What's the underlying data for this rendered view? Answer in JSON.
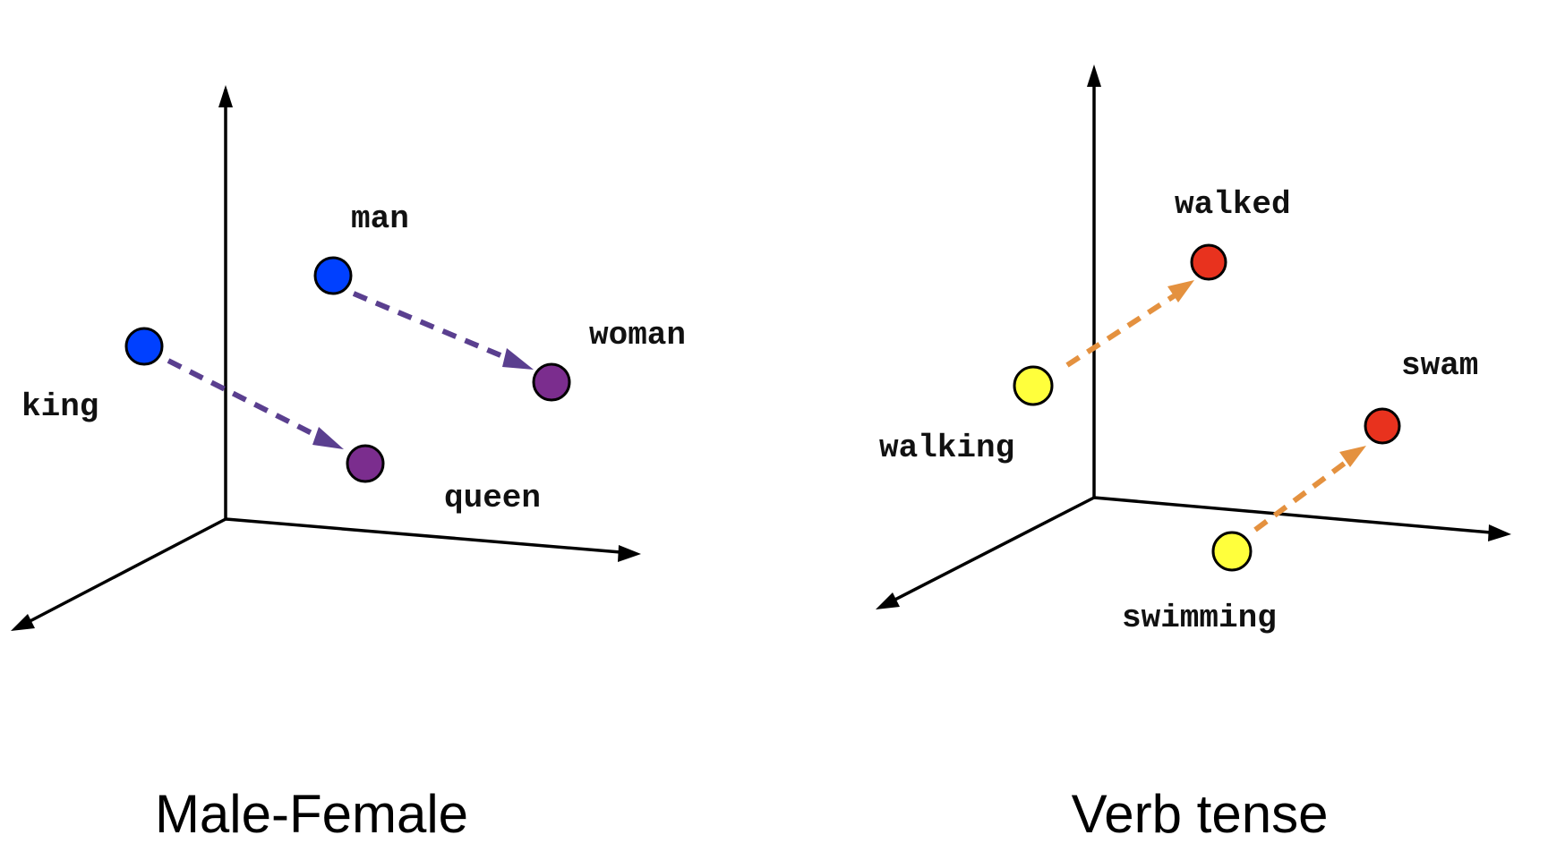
{
  "colors": {
    "background": "#ffffff",
    "axis": "#000000",
    "male_point": "#0040ff",
    "female_point": "#7b2d8e",
    "gender_arrow": "#5a3f8f",
    "present_point": "#ffff3c",
    "past_point": "#e8321e",
    "tense_arrow": "#e4913f"
  },
  "panels": [
    {
      "caption": "Male-Female",
      "points": [
        {
          "word": "man",
          "color": "#0040ff"
        },
        {
          "word": "woman",
          "color": "#7b2d8e"
        },
        {
          "word": "king",
          "color": "#0040ff"
        },
        {
          "word": "queen",
          "color": "#7b2d8e"
        }
      ],
      "relations": [
        {
          "from": "man",
          "to": "woman",
          "color": "#5a3f8f",
          "style": "dashed-arrow"
        },
        {
          "from": "king",
          "to": "queen",
          "color": "#5a3f8f",
          "style": "dashed-arrow"
        }
      ]
    },
    {
      "caption": "Verb tense",
      "points": [
        {
          "word": "walked",
          "color": "#e8321e"
        },
        {
          "word": "walking",
          "color": "#ffff3c"
        },
        {
          "word": "swam",
          "color": "#e8321e"
        },
        {
          "word": "swimming",
          "color": "#ffff3c"
        }
      ],
      "relations": [
        {
          "from": "walking",
          "to": "walked",
          "color": "#e4913f",
          "style": "dashed-arrow"
        },
        {
          "from": "swimming",
          "to": "swam",
          "color": "#e4913f",
          "style": "dashed-arrow"
        }
      ]
    }
  ]
}
